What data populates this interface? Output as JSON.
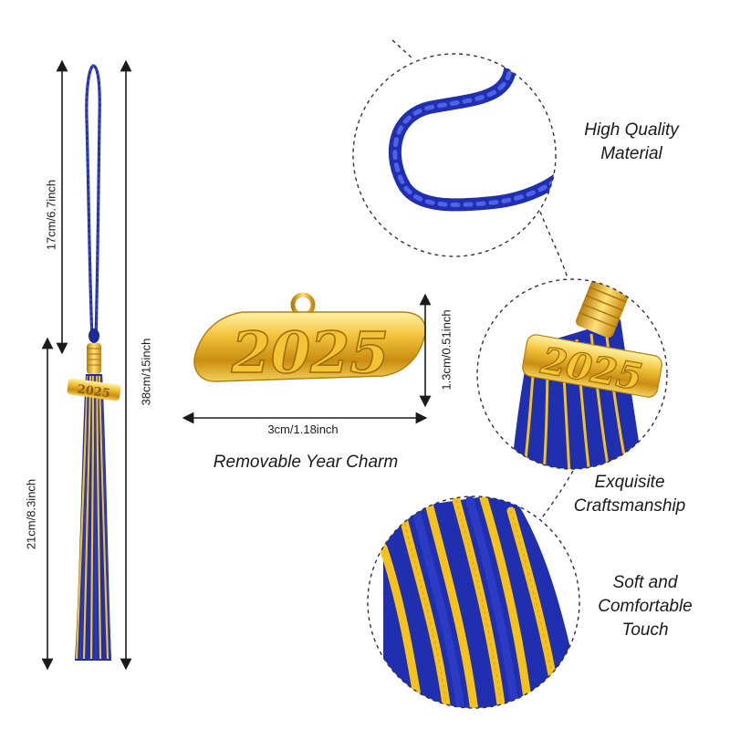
{
  "charm": {
    "year_text": "2025",
    "caption": "Removable Year Charm"
  },
  "dimensions": {
    "cord_length": "17cm/6.7inch",
    "total_length": "38cm/15inch",
    "fringe_length": "21cm/8.3inch",
    "charm_width": "3cm/1.18inch",
    "charm_height": "1.3cm/0.51inch"
  },
  "features": [
    {
      "line1": "High Quality",
      "line2": "Material"
    },
    {
      "line1": "Exquisite",
      "line2": "Craftsmanship"
    },
    {
      "line1": "Soft and",
      "line2": "Comfortable",
      "line3": "Touch"
    }
  ],
  "colors": {
    "royal_blue": "#1f2fb0",
    "gold_yellow": "#f5c21b",
    "metal_gold": "#e8b422"
  }
}
